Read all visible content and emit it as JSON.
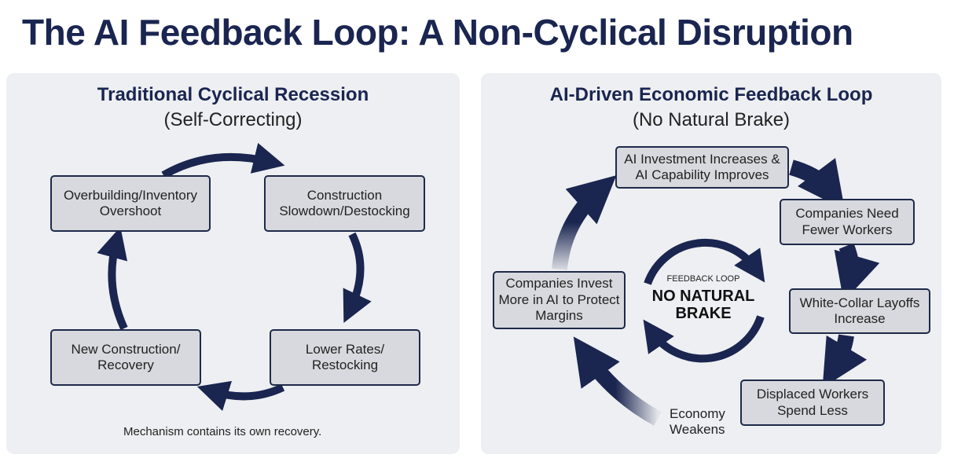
{
  "title": "The AI Feedback Loop: A Non-Cyclical Disruption",
  "left": {
    "title": "Traditional Cyclical Recession",
    "subtitle": "(Self-Correcting)",
    "boxes": [
      "Overbuilding/Inventory Overshoot",
      "Construction Slowdown/Destocking",
      "Lower Rates/ Restocking",
      "New Construction/ Recovery"
    ],
    "caption": "Mechanism contains its own recovery."
  },
  "right": {
    "title": "AI-Driven Economic Feedback Loop",
    "subtitle": "(No Natural Brake)",
    "boxes": [
      "AI Investment Increases & AI Capability Improves",
      "Companies Need Fewer Workers",
      "White-Collar Layoffs Increase",
      "Displaced Workers Spend Less",
      "Companies Invest More in AI to Protect Margins"
    ],
    "economy_label": "Economy Weakens",
    "center_small": "FEEDBACK LOOP",
    "center_big": "NO NATURAL BRAKE"
  },
  "colors": {
    "navy": "#1a2550",
    "panel": "#eeeff2",
    "box": "#d8d9de"
  }
}
